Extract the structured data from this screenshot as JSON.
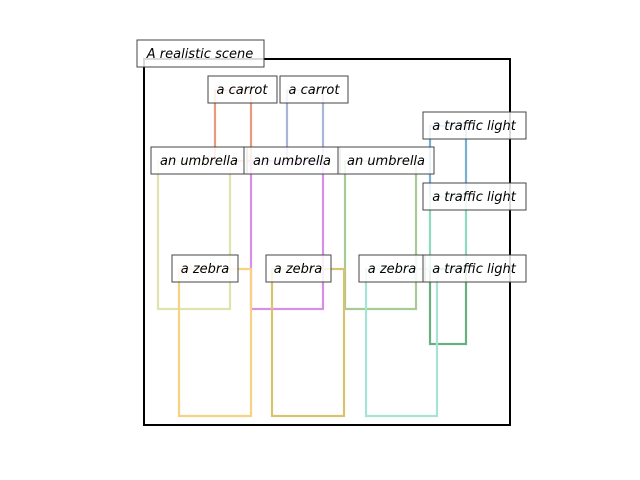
{
  "scene": {
    "label": "A realistic scene"
  },
  "objects": [
    {
      "label": "a carrot",
      "color": "#e89a7e"
    },
    {
      "label": "a carrot",
      "color": "#a9b4d8"
    },
    {
      "label": "an umbrella",
      "color": "#e0e4ac"
    },
    {
      "label": "an umbrella",
      "color": "#d68ee6"
    },
    {
      "label": "an umbrella",
      "color": "#a8ca98"
    },
    {
      "label": "a traffic light",
      "color": "#7aafd4"
    },
    {
      "label": "a traffic light",
      "color": "#8ddbbe"
    },
    {
      "label": "a traffic light",
      "color": "#6aaf80"
    },
    {
      "label": "a zebra",
      "color": "#f6d283"
    },
    {
      "label": "a zebra",
      "color": "#d6c46e"
    },
    {
      "label": "a zebra",
      "color": "#a6e4d4"
    }
  ]
}
